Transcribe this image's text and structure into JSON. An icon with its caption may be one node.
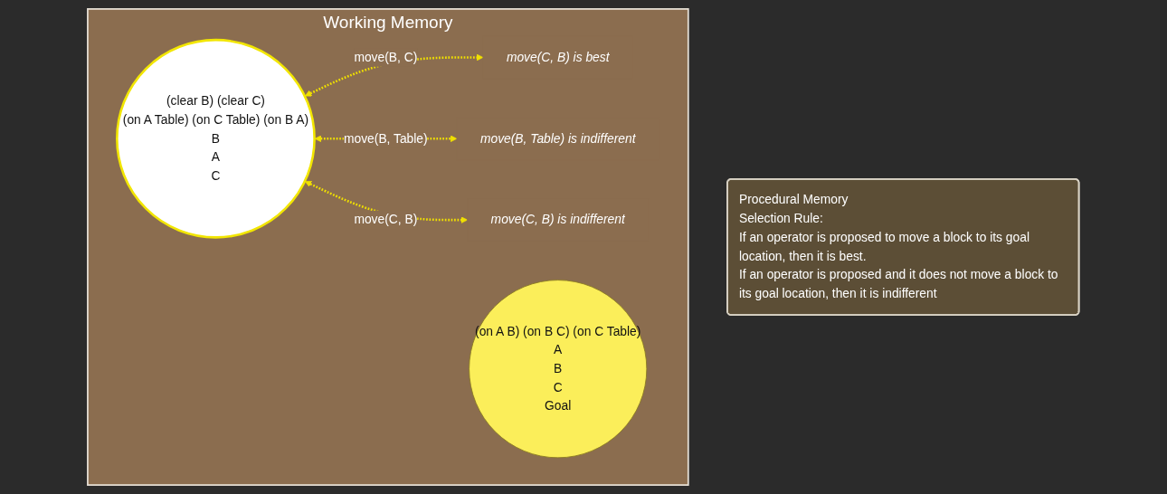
{
  "diagram": {
    "nodes": [
      {
        "text": [
          "Procedural Memory",
          "Selection Rule:",
          "If an operator is proposed to move a block to its goal location, then it is best.",
          "If an operator is proposed and it does not move a block to its goal location, then it is indifferent"
        ]
      },
      {
        "text": [
          "Working Memory"
        ]
      },
      {
        "text": [
          "(clear B) (clear C)",
          "(on A Table) (on C Table) (on B A)",
          "B",
          "A",
          "C"
        ],
        "in": 1
      },
      {
        "text": [
          "move(C, B) is best"
        ],
        "in": 1
      },
      {
        "text": [
          "move(B, Table) is indifferent"
        ],
        "in": 1
      },
      {
        "text": [
          "move(C, B) is indifferent"
        ],
        "in": 1
      },
      {
        "text": [
          "(on A B) (on B C) (on C Table)",
          "A",
          "B",
          "C",
          "Goal"
        ],
        "in": 1
      }
    ],
    "edges": [
      {
        "from": 2,
        "to": 3,
        "arrow": "both",
        "label": "move(B, C)",
        "style": "dashed"
      },
      {
        "from": 2,
        "to": 4,
        "arrow": "both",
        "label": "move(B, Table)",
        "style": "dashed"
      },
      {
        "from": 2,
        "to": 5,
        "arrow": "both",
        "label": "move(C, B)",
        "style": "dashed"
      }
    ]
  }
}
